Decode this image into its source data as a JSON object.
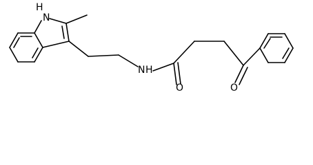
{
  "molecule": {
    "atom_labels": {
      "indole_nh": "H",
      "indole_n": "N",
      "amide_nh": "H",
      "amide_n": "N",
      "amide_o": "O",
      "ketone_o": "O"
    }
  }
}
